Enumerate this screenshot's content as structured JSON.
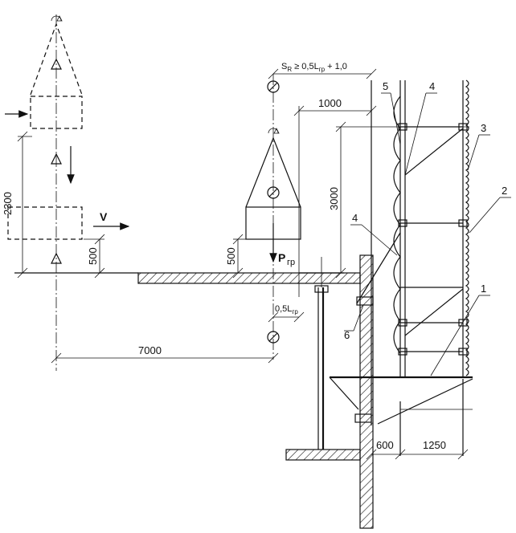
{
  "dimensions": {
    "d2300": "2300",
    "d500_left": "500",
    "d500_mid": "500",
    "d7000": "7000",
    "d1000": "1000",
    "d3000": "3000",
    "d600": "600",
    "d1250": "1250"
  },
  "formulas": {
    "sr_main": "S",
    "sr_sub": "R",
    "sr_rel": " ≥ 0,5L",
    "sr_sub2": "гр",
    "sr_tail": " + 1,0",
    "half_l": "0,5L",
    "half_l_sub": "гр"
  },
  "labels": {
    "velocity": "V",
    "load": "P",
    "load_sub": "гр"
  },
  "callouts": [
    "1",
    "2",
    "3",
    "4",
    "4",
    "5",
    "6"
  ]
}
